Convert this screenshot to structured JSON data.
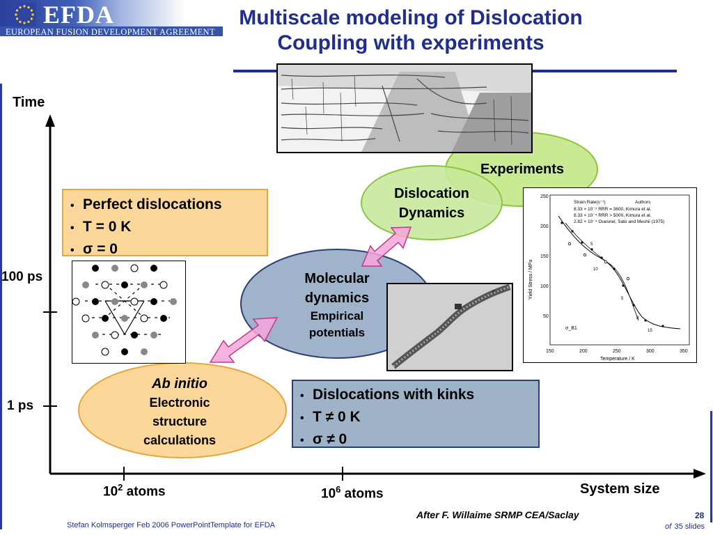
{
  "header": {
    "logo_text": "EFDA",
    "logo_subtitle": "EUROPEAN FUSION DEVELOPMENT AGREEMENT"
  },
  "title": {
    "line1": "Multiscale modeling of Dislocation",
    "line2": "Coupling with experiments"
  },
  "axes": {
    "y_label": "Time",
    "x_label": "System size",
    "y_tick_100ps": "100 ps",
    "y_tick_1ps": "1 ps",
    "x_tick_1_base": "10",
    "x_tick_1_exp": "2",
    "x_tick_1_unit": " atoms",
    "x_tick_2_base": "10",
    "x_tick_2_exp": "6",
    "x_tick_2_unit": " atoms"
  },
  "boxes": {
    "perfect": {
      "items": [
        "Perfect dislocations",
        "T = 0 K",
        "σ = 0"
      ]
    },
    "kinks": {
      "items": [
        "Dislocations with kinks",
        "T ≠ 0 K",
        "σ ≠ 0"
      ]
    }
  },
  "ellipses": {
    "ab_initio": {
      "title": "Ab initio",
      "line1": "Electronic",
      "line2": "structure",
      "line3": "calculations"
    },
    "molecular": {
      "line1": "Molecular",
      "line2": "dynamics",
      "line3": "Empirical",
      "line4": "potentials"
    },
    "dislocation": {
      "line1": "Dislocation",
      "line2": "Dynamics"
    },
    "experiments": {
      "line1": "Experiments"
    }
  },
  "graph_inset": {
    "legend_header_1": "Strain Rate(s⁻¹)",
    "legend_header_2": "Authors",
    "legend_rows": [
      "8.33 × 10⁻⁵   RRR = 3600,  Kimura et al.",
      "8.33 × 10⁻⁴   RRR > 5000,  Kimura et al.",
      "2.82 × 10⁻⁴   Ouesnel, Sato and Meshii (1975)"
    ],
    "y_axis_label": "Yield Stress / MPa",
    "x_axis_label": "Temperature / K",
    "x_ticks": [
      "150",
      "200",
      "250",
      "300",
      "350"
    ],
    "y_ticks": [
      "50",
      "100",
      "150",
      "200",
      "250"
    ],
    "annotation": "σ_B1",
    "point_labels": [
      "5",
      "10",
      "5",
      "8",
      "15"
    ]
  },
  "credit": "After F. Willaime SRMP CEA/Saclay",
  "footer": {
    "left": "Stefan Kolmsperger Feb 2006 PowerPointTemplate for EFDA",
    "page": "28",
    "of": "of",
    "total": "35 slides"
  },
  "colors": {
    "title_blue": "#1f2e8c",
    "box_fill": "#fbd89a",
    "box_border": "#e8a53c",
    "kinks_fill": "#9fb3c8",
    "kinks_border": "#2a3e78",
    "ellipse_ab_initio": "#fbd89a",
    "ellipse_md": "#9fb3cb",
    "ellipse_dd": "#c8e89c",
    "ellipse_exp": "#c6e88c",
    "arrow_pink": "#f6a6d9"
  }
}
